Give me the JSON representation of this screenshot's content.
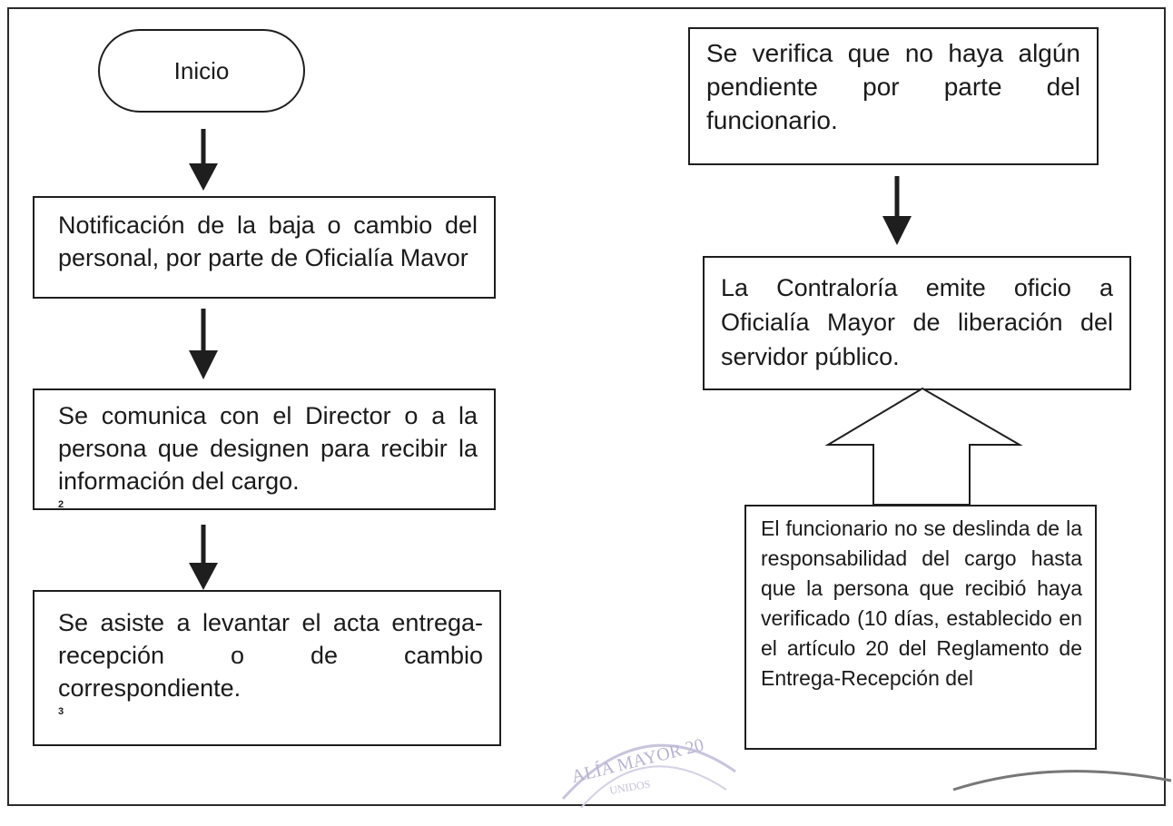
{
  "flow": {
    "start": "Inicio",
    "steps": [
      "Notificación de la baja o cambio del personal, por parte de Oficialía Mavor",
      "Se comunica con el Director o a la persona que designen para recibir la información del cargo.",
      "Se asiste a levantar el acta entrega-recepción o de cambio correspondiente.",
      "Se verifica que no haya algún pendiente por parte del funcionario.",
      "La Contraloría emite oficio a Oficialía Mayor de liberación del servidor público.",
      "El funcionario no se deslinda de la responsabilidad del cargo hasta que la persona que recibió haya verificado (10 días, establecido en el artículo 20 del Reglamento de Entrega-Recepción del"
    ],
    "footnotes": {
      "step2": "2",
      "step3": "3"
    }
  },
  "stamp": {
    "text": "ALÍA MAYOR 20",
    "subtext": "UNIDOS"
  },
  "colors": {
    "line": "#1e1e1e",
    "stamp": "#b9b4cf"
  }
}
